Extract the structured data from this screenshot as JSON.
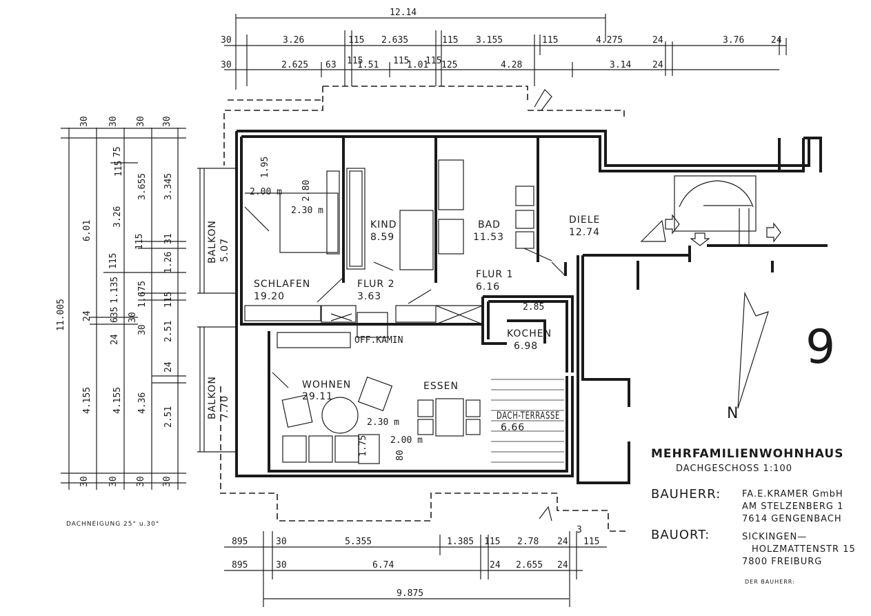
{
  "title_block": {
    "project": "MEHRFAMILIENWOHNHAUS",
    "floor": "DACHGESCHOSS 1:100",
    "owner_label": "BAUHERR:",
    "owner_lines": [
      "FA.E.KRAMER GmbH",
      "AM STELZENBERG 1",
      "7614 GENGENBACH"
    ],
    "site_label": "BAUORT:",
    "site_lines": [
      "SICKINGEN—",
      "HOLZMATTENSTR 15",
      "7800 FREIBURG"
    ],
    "signature_label": "DER BAUHERR:",
    "roof_pitch": "DACHNEIGUNG 25° u.30°",
    "north": "N",
    "sheet_number": "9"
  },
  "rooms": [
    {
      "name": "SCHLAFEN",
      "area": "19.20"
    },
    {
      "name": "KIND",
      "area": "8.59"
    },
    {
      "name": "BAD",
      "area": "11.53"
    },
    {
      "name": "DIELE",
      "area": "12.74"
    },
    {
      "name": "FLUR 2",
      "area": "3.63"
    },
    {
      "name": "FLUR 1",
      "area": "6.16"
    },
    {
      "name": "KOCHEN",
      "area": "6.98"
    },
    {
      "name": "WOHNEN",
      "area": "29.11"
    },
    {
      "name": "ESSEN",
      "area": ""
    },
    {
      "name": "DACH-TERRASSE",
      "area": "6.66"
    },
    {
      "name": "BALKON",
      "area": "5.07"
    },
    {
      "name": "BALKON",
      "area": "7.70"
    }
  ],
  "labels": {
    "kamin": "OFF.KAMIN",
    "h1": "2.00 m",
    "h2": "2.30 m",
    "h3": "2.80",
    "h4": "1.95",
    "h5": "2.30 m",
    "h6": "2.00 m",
    "h7": "1.75",
    "h8": "80",
    "k1": "2.85"
  },
  "dims_top": {
    "overall": "12.14",
    "row1": [
      "30",
      "3.26",
      "115",
      "2.635",
      "115",
      "3.155",
      "115",
      "4.275",
      "24",
      "3.76",
      "24"
    ],
    "row2": [
      "30",
      "2.625",
      "63",
      "115",
      "1.51",
      "115",
      "1.01",
      "115",
      "125",
      "4.28",
      "3.14",
      "24"
    ]
  },
  "dims_left": {
    "overall": "11.005",
    "col_heads": [
      "30",
      "30",
      "30",
      "30"
    ],
    "col1": [
      "6.01",
      "24",
      "4.155"
    ],
    "col2": [
      "75",
      "3.26",
      "115",
      "1.135",
      "635",
      "24",
      "4.155"
    ],
    "col3": [
      "115",
      "3.655",
      "115",
      "1.675",
      "30",
      "30",
      "4.36"
    ],
    "col4": [
      "3.345",
      "31",
      "1.26",
      "115",
      "2.51",
      "24",
      "2.51"
    ],
    "col_feet": [
      "30",
      "30",
      "30",
      "30"
    ]
  },
  "dims_bottom": {
    "row1": [
      "895",
      "30",
      "5.355",
      "1.385",
      "115",
      "2.78",
      "24",
      "3",
      "115"
    ],
    "row2": [
      "895",
      "30",
      "6.74",
      "24",
      "2.655",
      "24"
    ],
    "overall": "9.875"
  }
}
